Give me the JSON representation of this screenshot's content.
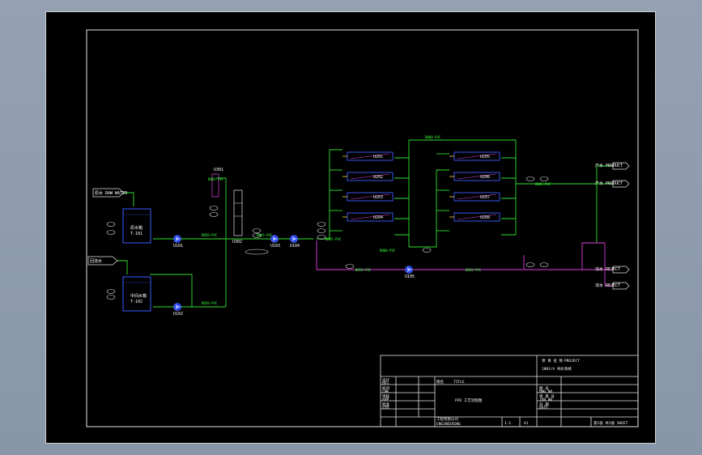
{
  "title_block": {
    "project_label": "项 目 名 称",
    "project_en": "PROJECT",
    "project_value": "100t/h 纯水系统",
    "drawing_title": "PFD 工艺流程图",
    "company": "工程有限公司",
    "company_en": "ENGINEERING",
    "rows_left": [
      "设计",
      "DES",
      "校对",
      "CHK",
      "审核",
      "APP",
      "批准",
      "STD"
    ],
    "title_label": "图名",
    "title_en": "TITLE",
    "scale": "1:1",
    "sheet": "A1",
    "rows_right": [
      "图 号",
      "DWG NO",
      "项 目 号",
      "JOB NO",
      "日 期",
      "DATE"
    ],
    "bottom_right": "第1张 共1张 SHEET"
  },
  "streams": {
    "feed_1": "原水 RAW WATER",
    "feed_2": "回流水",
    "out_1": "产水 PRODUCT",
    "out_2": "产水 PRODUCT",
    "out_3": "浓水 REJECT",
    "out_4": "浓水 REJECT"
  },
  "tanks": [
    {
      "tag": "T101",
      "line1": "原水箱",
      "line2": "T-101"
    },
    {
      "tag": "T102",
      "line1": "中间水箱",
      "line2": "T-102"
    }
  ],
  "pumps": [
    "U101",
    "U102",
    "U103",
    "U104",
    "U105"
  ],
  "pipe_labels": [
    "DN50-PVC",
    "DN50-PVC",
    "DN65-PVC",
    "DN65-PVC",
    "DN65-PVC",
    "DN80-PVC",
    "DN80-PVC",
    "DN50-PVC",
    "DN50-PVC",
    "DN65-PVC"
  ],
  "membranes_left": [
    "U201",
    "U202",
    "U203",
    "U204"
  ],
  "membranes_right": [
    "U205",
    "U206",
    "U207",
    "U208"
  ],
  "filters": [
    "U301",
    "U302"
  ]
}
